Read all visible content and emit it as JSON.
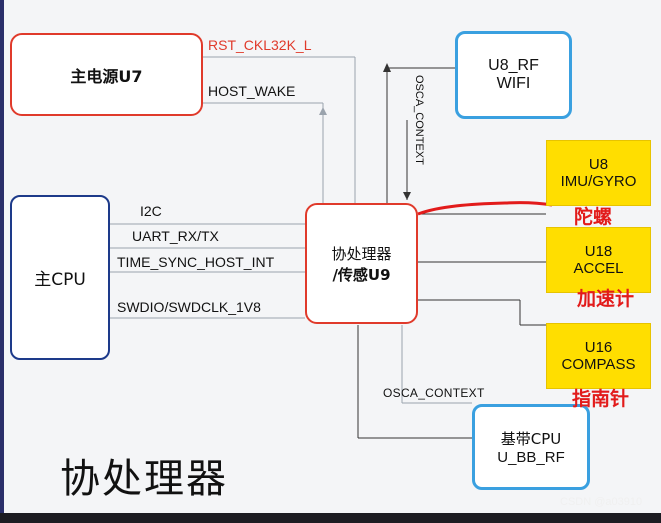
{
  "boxes": {
    "power": {
      "label": "主电源U7"
    },
    "rf": {
      "line1": "U8_RF",
      "line2": "WIFI"
    },
    "cpu": {
      "label": "主CPU"
    },
    "co": {
      "line1": "协处理器",
      "line2": "/传感U9"
    },
    "imu": {
      "line1": "U8",
      "line2": "IMU/GYRO"
    },
    "accel": {
      "line1": "U18",
      "line2": "ACCEL"
    },
    "compass": {
      "line1": "U16",
      "line2": "COMPASS"
    },
    "baseband": {
      "line1": "基带CPU",
      "line2": "U_BB_RF"
    }
  },
  "signals": {
    "rst": "RST_CKL32K_L",
    "host_wake": "HOST_WAKE",
    "osca_vertical": "OSCA_CONTEXT",
    "i2c": "I2C",
    "uart": "UART_RX/TX",
    "time_sync": "TIME_SYNC_HOST_INT",
    "swd": "SWDIO/SWDCLK_1V8",
    "osca_bottom": "OSCA_CONTEXT"
  },
  "annotations": {
    "gyro": "陀螺",
    "accel": "加速计",
    "compass": "指南针"
  },
  "title": "协处理器",
  "watermark": "CSDN @a03910",
  "colors": {
    "red": "#e03a2b",
    "blue": "#3aa0e0",
    "navy": "#1d3a8a",
    "yellow": "#ffde00",
    "annotation": "#e21b1b"
  }
}
